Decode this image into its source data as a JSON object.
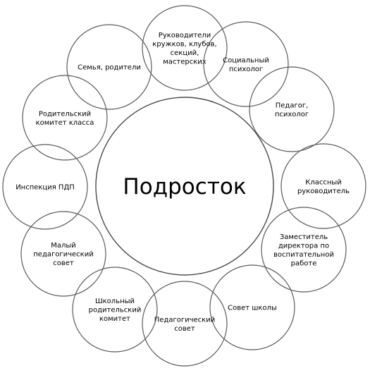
{
  "center": {
    "label": "Подросток"
  },
  "nodes": [
    {
      "id": "club-leaders",
      "lines": [
        "Руководители",
        "кружков, клубов,",
        "секций,",
        "мастерских"
      ]
    },
    {
      "id": "social-psychologist",
      "lines": [
        "Социальный",
        "психолог"
      ]
    },
    {
      "id": "teacher-psychologist",
      "lines": [
        "Педагог,",
        "психолог"
      ]
    },
    {
      "id": "class-teacher",
      "lines": [
        "Классный",
        "руководитель"
      ]
    },
    {
      "id": "deputy-director",
      "lines": [
        "Заместитель",
        "директора по",
        "воспитательной",
        "работе"
      ]
    },
    {
      "id": "school-council",
      "lines": [
        "Совет школы"
      ]
    },
    {
      "id": "pedagogical-council",
      "lines": [
        "Педагогический",
        "совет"
      ]
    },
    {
      "id": "school-parent-committee",
      "lines": [
        "Школьный",
        "родительский",
        "комитет"
      ]
    },
    {
      "id": "small-pedagogical-council",
      "lines": [
        "Малый",
        "педагогический",
        "совет"
      ]
    },
    {
      "id": "juvenile-inspection",
      "lines": [
        "Инспекция ПДП"
      ]
    },
    {
      "id": "class-parent-committee",
      "lines": [
        "Родительский",
        "комитет класса"
      ]
    },
    {
      "id": "family-parents",
      "lines": [
        "Семья, родители"
      ]
    }
  ]
}
